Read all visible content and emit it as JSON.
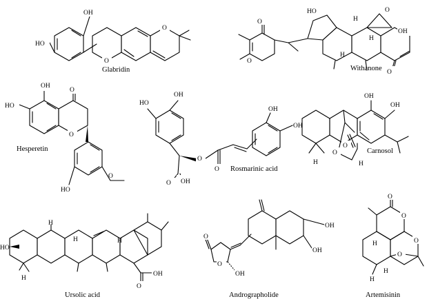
{
  "names": {
    "glabridin": "Glabridin",
    "withanone": "Withanone",
    "hesperetin": "Hesperetin",
    "rosmarinic": "Rosmarinic acid",
    "carnosol": "Carnosol",
    "ursolic": "Ursolic acid",
    "andrographolide": "Andrographolide",
    "artemisinin": "Artemisinin"
  },
  "atoms": {
    "oh": "OH",
    "ho": "HO",
    "o": "O",
    "h": "H"
  }
}
